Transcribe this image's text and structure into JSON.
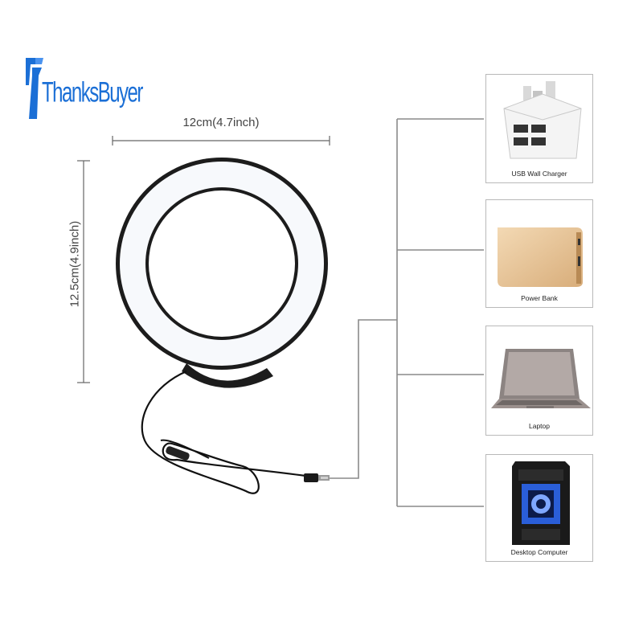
{
  "brand": {
    "name": "ThanksBuyer",
    "color": "#1b6fd6"
  },
  "dimensions": {
    "width_label": "12cm(4.7inch)",
    "height_label": "12.5cm(4.9inch)"
  },
  "devices": [
    {
      "label": "USB Wall Charger",
      "icon": "usb-wall-charger-icon"
    },
    {
      "label": "Power Bank",
      "icon": "power-bank-icon"
    },
    {
      "label": "Laptop",
      "icon": "laptop-icon"
    },
    {
      "label": "Desktop Computer",
      "icon": "desktop-computer-icon"
    }
  ],
  "colors": {
    "ring_frame": "#1c1c1c",
    "ring_light": "#f7f9fc",
    "line": "#8a8a8a",
    "case_blue": "#2a5ed8"
  }
}
